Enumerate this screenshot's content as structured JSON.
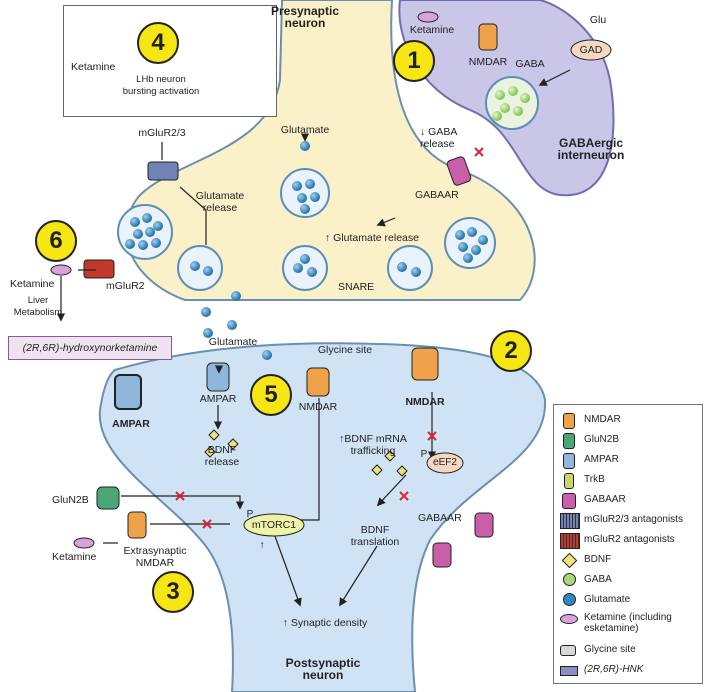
{
  "labels": {
    "presynaptic": "Presynaptic\nneuron",
    "postsynaptic": "Postsynaptic\nneuron",
    "gaba_interneuron": "GABAergic\ninterneuron",
    "glutamate_top": "Glutamate",
    "glu": "Glu",
    "gad": "GAD",
    "gaba": "GABA",
    "nmdar_top": "NMDAR",
    "ketamine_top": "Ketamine",
    "gaba_release": "↓ GABA\nrelease",
    "gabaar_top": "GABAAR",
    "glutamate_release_up": "↑ Glutamate release",
    "mglur23": "mGluR2/3",
    "glutamate_release": "Glutamate\nrelease",
    "snare": "SNARE",
    "ketamine_left": "Ketamine",
    "mglur2": "mGluR2",
    "liver": "Liver\nMetabolism",
    "hnk": "(2R,6R)-hydroxynorketamine",
    "glutamate_cleft": "Glutamate",
    "glycine_site": "Glycine site",
    "ampar_post": "AMPAR",
    "ampar_left": "AMPAR",
    "nmdar_post": "NMDAR",
    "nmdar_right": "NMDAR",
    "bdnf_release": "BDNF\nrelease",
    "bdnf_mrna": "↑BDNF mRNA\ntrafficking",
    "eef2": "eEF2",
    "p1": "P",
    "p2": "P",
    "mtorc1": "mTORC1",
    "bdnf_translation": "BDNF\ntranslation",
    "gabaar_post": "GABAAR",
    "glun2b": "GluN2B",
    "ketamine_bottom": "Ketamine",
    "extrasynaptic": "Extrasynaptic\nNMDAR",
    "synaptic_density": "↑ Synaptic density",
    "up_arrow": "↑",
    "inset_ketamine": "Ketamine",
    "inset_lhb": "LHb neuron\nbursting activation"
  },
  "numbers": [
    "1",
    "2",
    "3",
    "4",
    "5",
    "6"
  ],
  "legend": [
    {
      "icon": "nmdar-icon",
      "color": "#f0a24a",
      "text": "NMDAR"
    },
    {
      "icon": "glun2b-icon",
      "color": "#4aa676",
      "text": "GluN2B"
    },
    {
      "icon": "ampar-icon",
      "color": "#8fb7dc",
      "text": "AMPAR"
    },
    {
      "icon": "trkb-icon",
      "color": "#c9d66a",
      "text": "TrkB"
    },
    {
      "icon": "gabaar-icon",
      "color": "#c85fa8",
      "text": "GABAAR"
    },
    {
      "icon": "mglur23-icon",
      "color": "#6f83b8",
      "text": "mGluR2/3 antagonists"
    },
    {
      "icon": "mglur2-icon",
      "color": "#c0392b",
      "text": "mGluR2 antagonists"
    },
    {
      "icon": "bdnf-icon",
      "color": "#f0e27a",
      "text": "BDNF"
    },
    {
      "icon": "gaba-icon",
      "color": "#a8d87a",
      "text": "GABA"
    },
    {
      "icon": "glutamate-icon",
      "color": "#2f86c8",
      "text": "Glutamate"
    },
    {
      "icon": "ketamine-icon",
      "color": "#d9a3d9",
      "text": "Ketamine (including esketamine)"
    },
    {
      "icon": "glycine-icon",
      "color": "#d8d8d8",
      "text": "Glycine site"
    },
    {
      "icon": "hnk-icon",
      "color": "#8a8fbf",
      "text": "(2R,6R)-HNK"
    }
  ],
  "colors": {
    "pre": "#fbf1c8",
    "post": "#cfe3f5",
    "inter": "#c9c6e8",
    "number": "#f6e614"
  }
}
